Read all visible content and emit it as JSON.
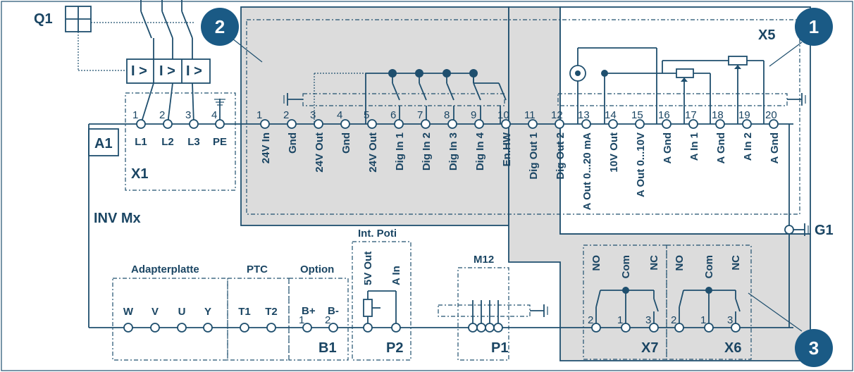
{
  "labels": {
    "q1": "Q1",
    "a1": "A1",
    "x1": "X1",
    "x5": "X5",
    "inv": "INV Mx",
    "g1": "G1",
    "int_poti": "Int. Poti",
    "m12": "M12",
    "adapterplatte": "Adapterplatte",
    "ptc": "PTC",
    "option": "Option",
    "b1": "B1",
    "p2": "P2",
    "p1": "P1",
    "x7": "X7",
    "x6": "X6",
    "overload": "I >"
  },
  "badges": [
    "1",
    "2",
    "3"
  ],
  "x1_terminals": [
    {
      "num": "1",
      "name": "L1"
    },
    {
      "num": "2",
      "name": "L2"
    },
    {
      "num": "3",
      "name": "L3"
    },
    {
      "num": "4",
      "name": "PE"
    }
  ],
  "io_terminals": [
    {
      "num": "1",
      "name": "24V In"
    },
    {
      "num": "2",
      "name": "Gnd"
    },
    {
      "num": "3",
      "name": "24V Out"
    },
    {
      "num": "4",
      "name": "Gnd"
    },
    {
      "num": "5",
      "name": "24V Out"
    },
    {
      "num": "6",
      "name": "Dig In 1"
    },
    {
      "num": "7",
      "name": "Dig In 2"
    },
    {
      "num": "8",
      "name": "Dig In 3"
    },
    {
      "num": "9",
      "name": "Dig In 4"
    },
    {
      "num": "10",
      "name": "En.HW"
    },
    {
      "num": "11",
      "name": "Dig Out 1"
    },
    {
      "num": "12",
      "name": "Dig Out 2"
    },
    {
      "num": "13",
      "name": "A Out 0...20 mA"
    },
    {
      "num": "14",
      "name": "10V Out"
    },
    {
      "num": "15",
      "name": "A Out 0...10V"
    },
    {
      "num": "16",
      "name": "A Gnd"
    },
    {
      "num": "17",
      "name": "A In 1"
    },
    {
      "num": "18",
      "name": "A Gnd"
    },
    {
      "num": "19",
      "name": "A In 2"
    },
    {
      "num": "20",
      "name": "A Gnd"
    }
  ],
  "bottom_terminals": {
    "adapter": [
      "W",
      "V",
      "U",
      "Y"
    ],
    "ptc": [
      "T1",
      "T2"
    ],
    "option": [
      {
        "num": "1",
        "name": "B+"
      },
      {
        "num": "2",
        "name": "B-"
      }
    ],
    "poti": [
      "5V Out",
      "A In"
    ]
  },
  "relays": [
    {
      "nums": [
        "2",
        "1",
        "3"
      ],
      "names": [
        "NO",
        "Com",
        "NC"
      ]
    },
    {
      "nums": [
        "2",
        "1",
        "3"
      ],
      "names": [
        "NO",
        "Com",
        "NC"
      ]
    }
  ]
}
